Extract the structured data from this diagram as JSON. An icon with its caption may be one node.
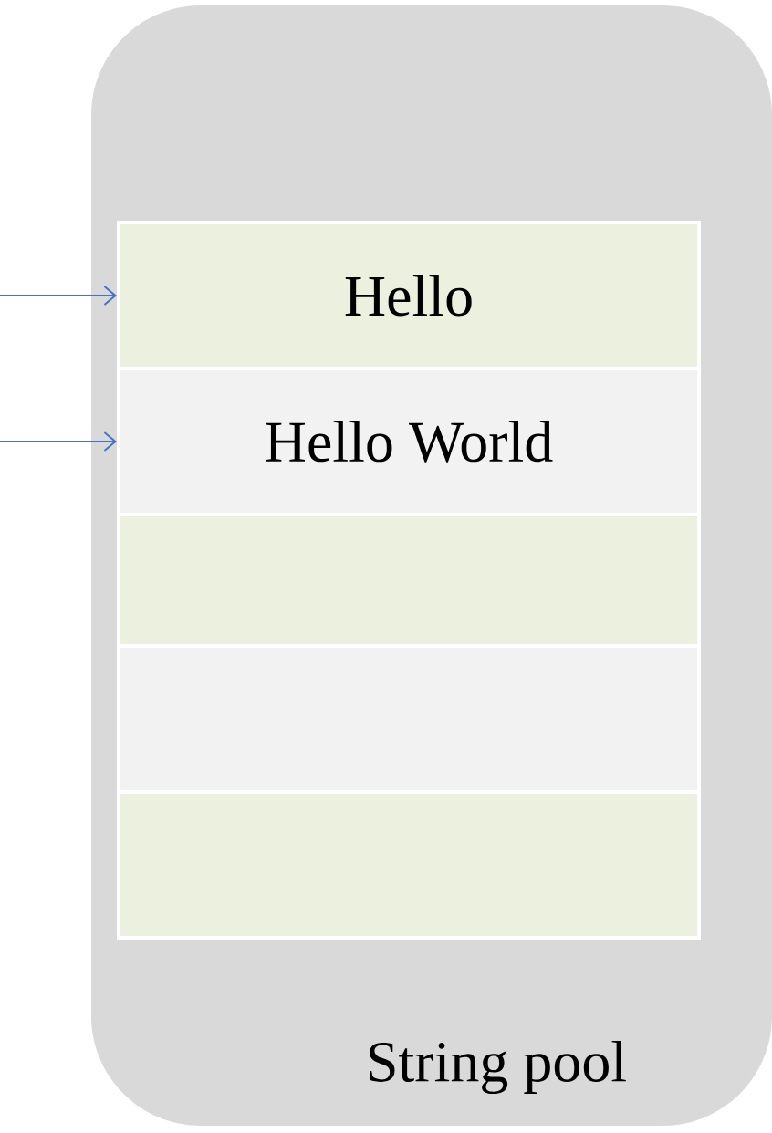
{
  "diagram": {
    "nodes": [
      {
        "text": [
          "String pool"
        ]
      },
      {
        "text": [
          "Hello"
        ],
        "in": 0
      },
      {
        "text": [
          "Hello World"
        ],
        "in": 0
      },
      {
        "text": [],
        "shape": "box",
        "in": 0
      },
      {
        "text": [],
        "shape": "box",
        "in": 0
      },
      {
        "text": [],
        "shape": "box",
        "in": 0
      }
    ],
    "edges": [
      {
        "from": null,
        "to": 1,
        "arrow": "to"
      },
      {
        "from": null,
        "to": 2,
        "arrow": "to"
      }
    ]
  }
}
